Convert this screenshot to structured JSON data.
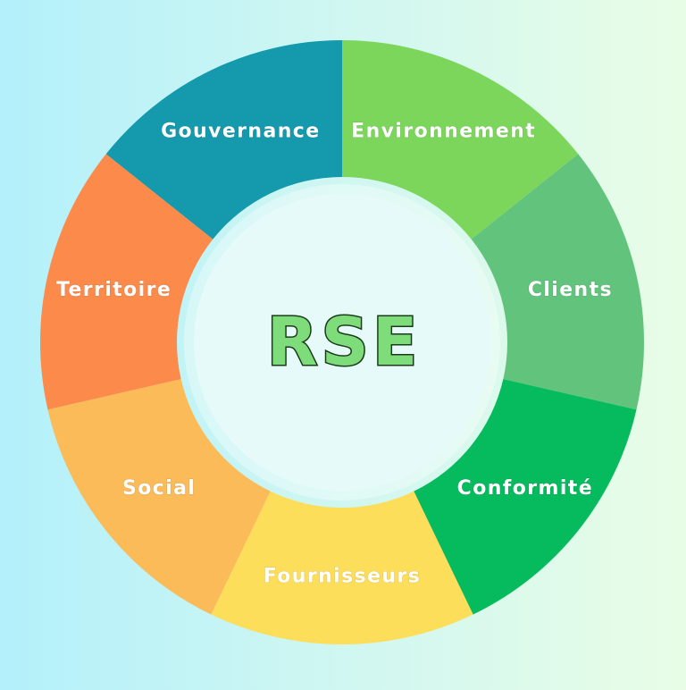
{
  "center": {
    "text": "RSE",
    "fill_color": "#7fdc7b",
    "outline_color": "#1a3b1a",
    "background": "#e6fbf9"
  },
  "segments": [
    {
      "label": "Environnement",
      "color": "#7dd65c"
    },
    {
      "label": "Clients",
      "color": "#62c47c"
    },
    {
      "label": "Conformité",
      "color": "#06bb5e"
    },
    {
      "label": "Fournisseurs",
      "color": "#fdde5b"
    },
    {
      "label": "Social",
      "color": "#fbbb59"
    },
    {
      "label": "Territoire",
      "color": "#fb8a4b"
    },
    {
      "label": "Gouvernance",
      "color": "#1499ad"
    }
  ]
}
